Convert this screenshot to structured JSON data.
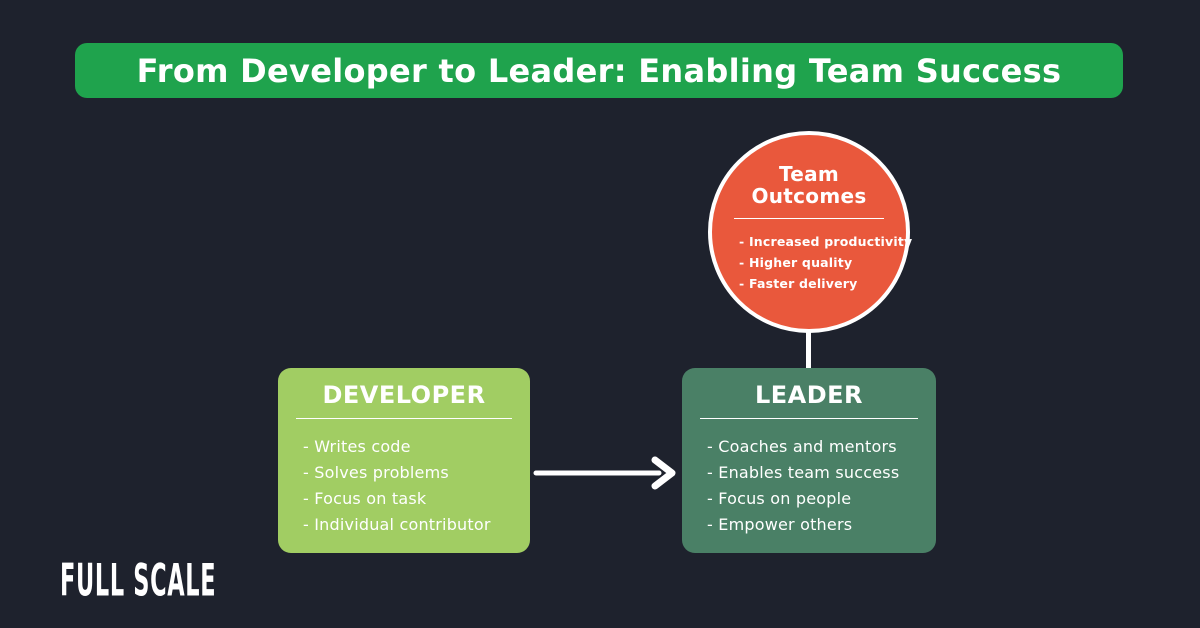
{
  "header": {
    "title": "From Developer to Leader: Enabling Team Success"
  },
  "outcome_circle": {
    "title": "Team Outcomes",
    "items": [
      "- Increased productivity",
      "- Higher quality",
      "- Faster delivery"
    ]
  },
  "developer_box": {
    "title": "DEVELOPER",
    "items": [
      "- Writes code",
      "- Solves problems",
      "- Focus on task",
      "- Individual contributor"
    ]
  },
  "leader_box": {
    "title": "LEADER",
    "items": [
      "- Coaches and mentors",
      "- Enables team success",
      "- Focus on people",
      "- Empower others"
    ]
  },
  "logo": {
    "text": "FULL SCALE"
  },
  "colors": {
    "background": "#1e222d",
    "banner_green": "#1fa34d",
    "circle_orange": "#e9583c",
    "developer_green": "#a1cd63",
    "leader_teal": "#4a8066",
    "text_white": "#ffffff"
  }
}
